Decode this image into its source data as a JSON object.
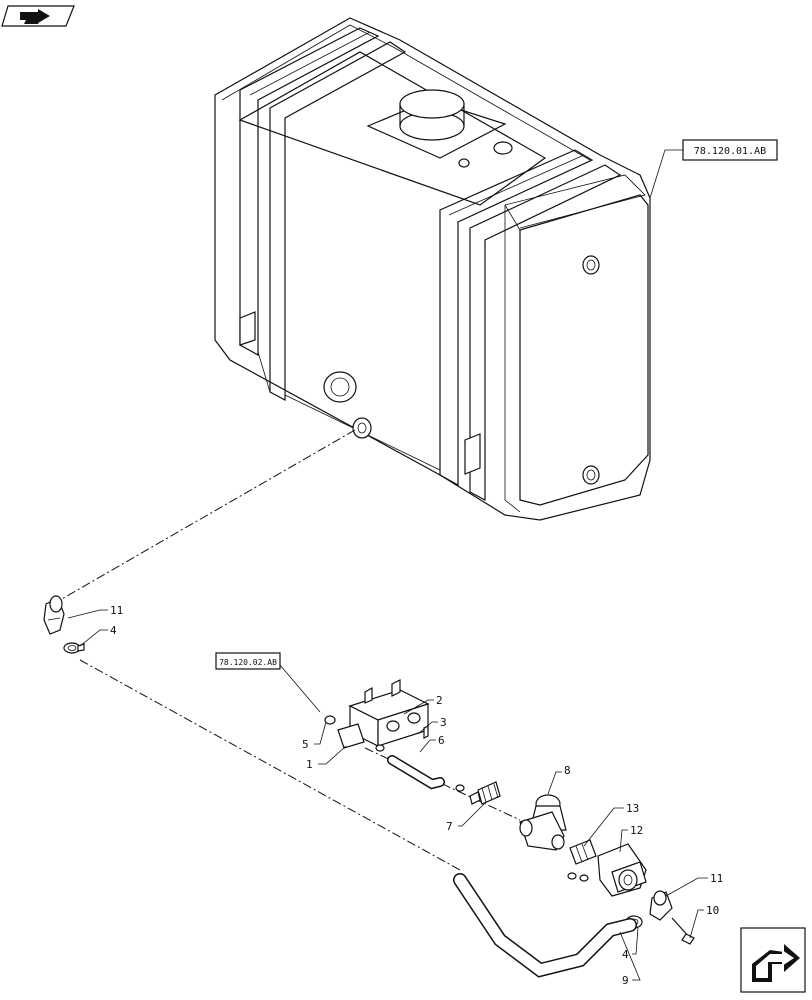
{
  "references": {
    "tank_ref": "78.120.01.AB",
    "valve_ref": "78.120.02.AB"
  },
  "callouts": [
    "11",
    "4",
    "2",
    "3",
    "6",
    "5",
    "1",
    "8",
    "7",
    "13",
    "12",
    "11",
    "10",
    "4",
    "9"
  ],
  "nav_icons": {
    "top_left": "book-arrow-icon",
    "bottom_right": "next-page-arrow-icon"
  }
}
